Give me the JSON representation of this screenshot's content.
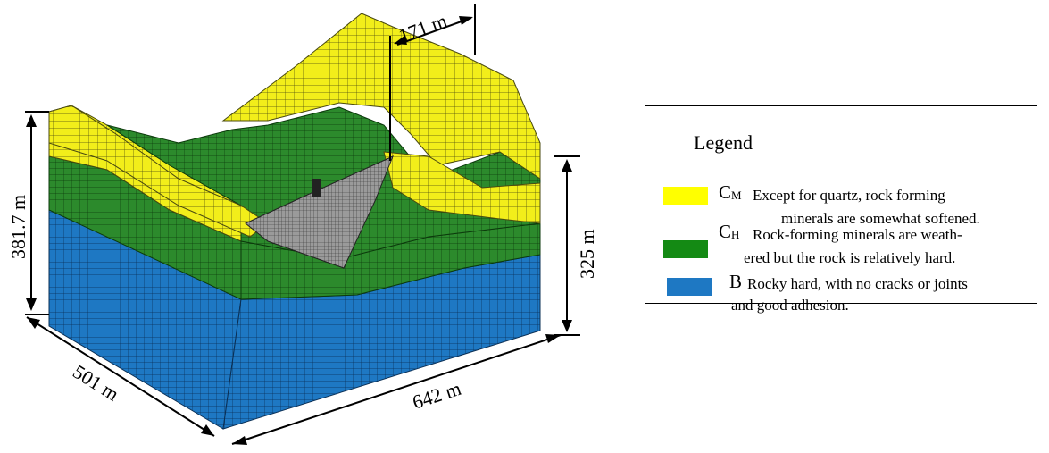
{
  "dimensions": {
    "top_width": "171 m",
    "left_height": "381.7 m",
    "right_height": "325 m",
    "depth": "501 m",
    "length": "642 m"
  },
  "legend": {
    "title": "Legend",
    "items": [
      {
        "symbol_main": "C",
        "symbol_sub": "M",
        "line1": "Except for quartz, rock forming",
        "line2": "minerals are somewhat softened.",
        "color": "#ffff00"
      },
      {
        "symbol_main": "C",
        "symbol_sub": "H",
        "line1": "Rock-forming minerals are weath-",
        "line2": "ered but the rock is relatively hard.",
        "color": "#148a14"
      },
      {
        "symbol_main": "B",
        "symbol_sub": "",
        "line1": "Rocky hard, with no cracks or joints",
        "line2": "and good adhesion.",
        "color": "#1e78c3"
      }
    ]
  }
}
